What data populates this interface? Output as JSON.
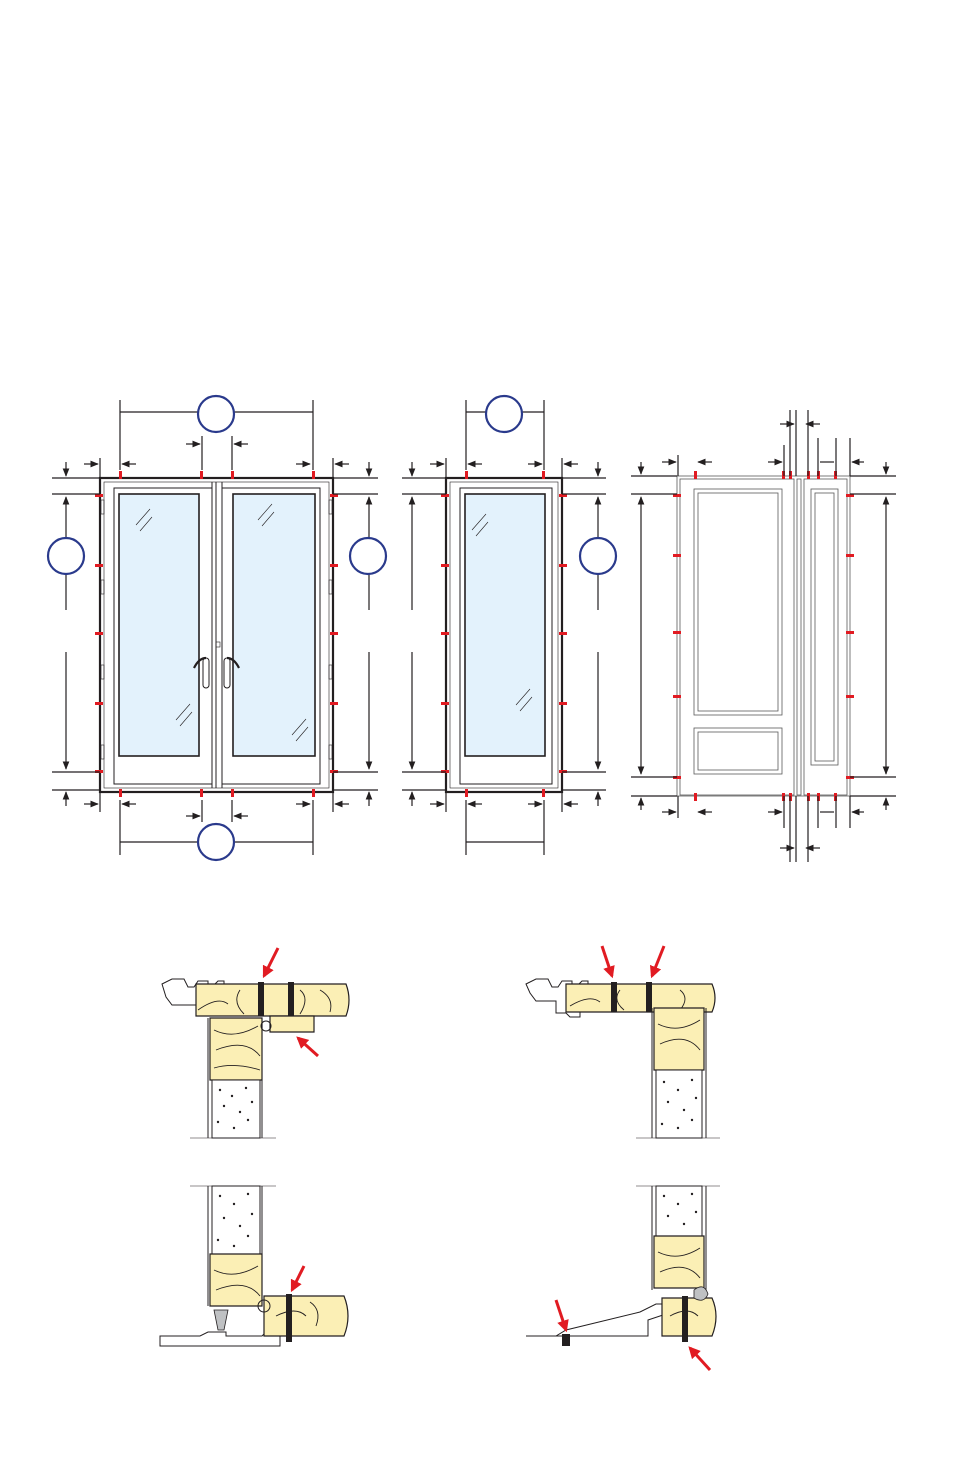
{
  "diagram": {
    "elevations": [
      {
        "name": "double-door",
        "callouts": 4
      },
      {
        "name": "single-door",
        "callouts": 2
      },
      {
        "name": "door-with-sidelite",
        "callouts": 0
      }
    ],
    "sections": [
      {
        "name": "head-section-left"
      },
      {
        "name": "head-section-right"
      },
      {
        "name": "sill-section-left"
      },
      {
        "name": "sill-section-right"
      }
    ],
    "colors": {
      "line": "#231f20",
      "glass": "#e3f2fc",
      "shim_marker": "#e11b22",
      "callout_ring": "#2a3a8c",
      "wood": "#fbefb5"
    }
  }
}
